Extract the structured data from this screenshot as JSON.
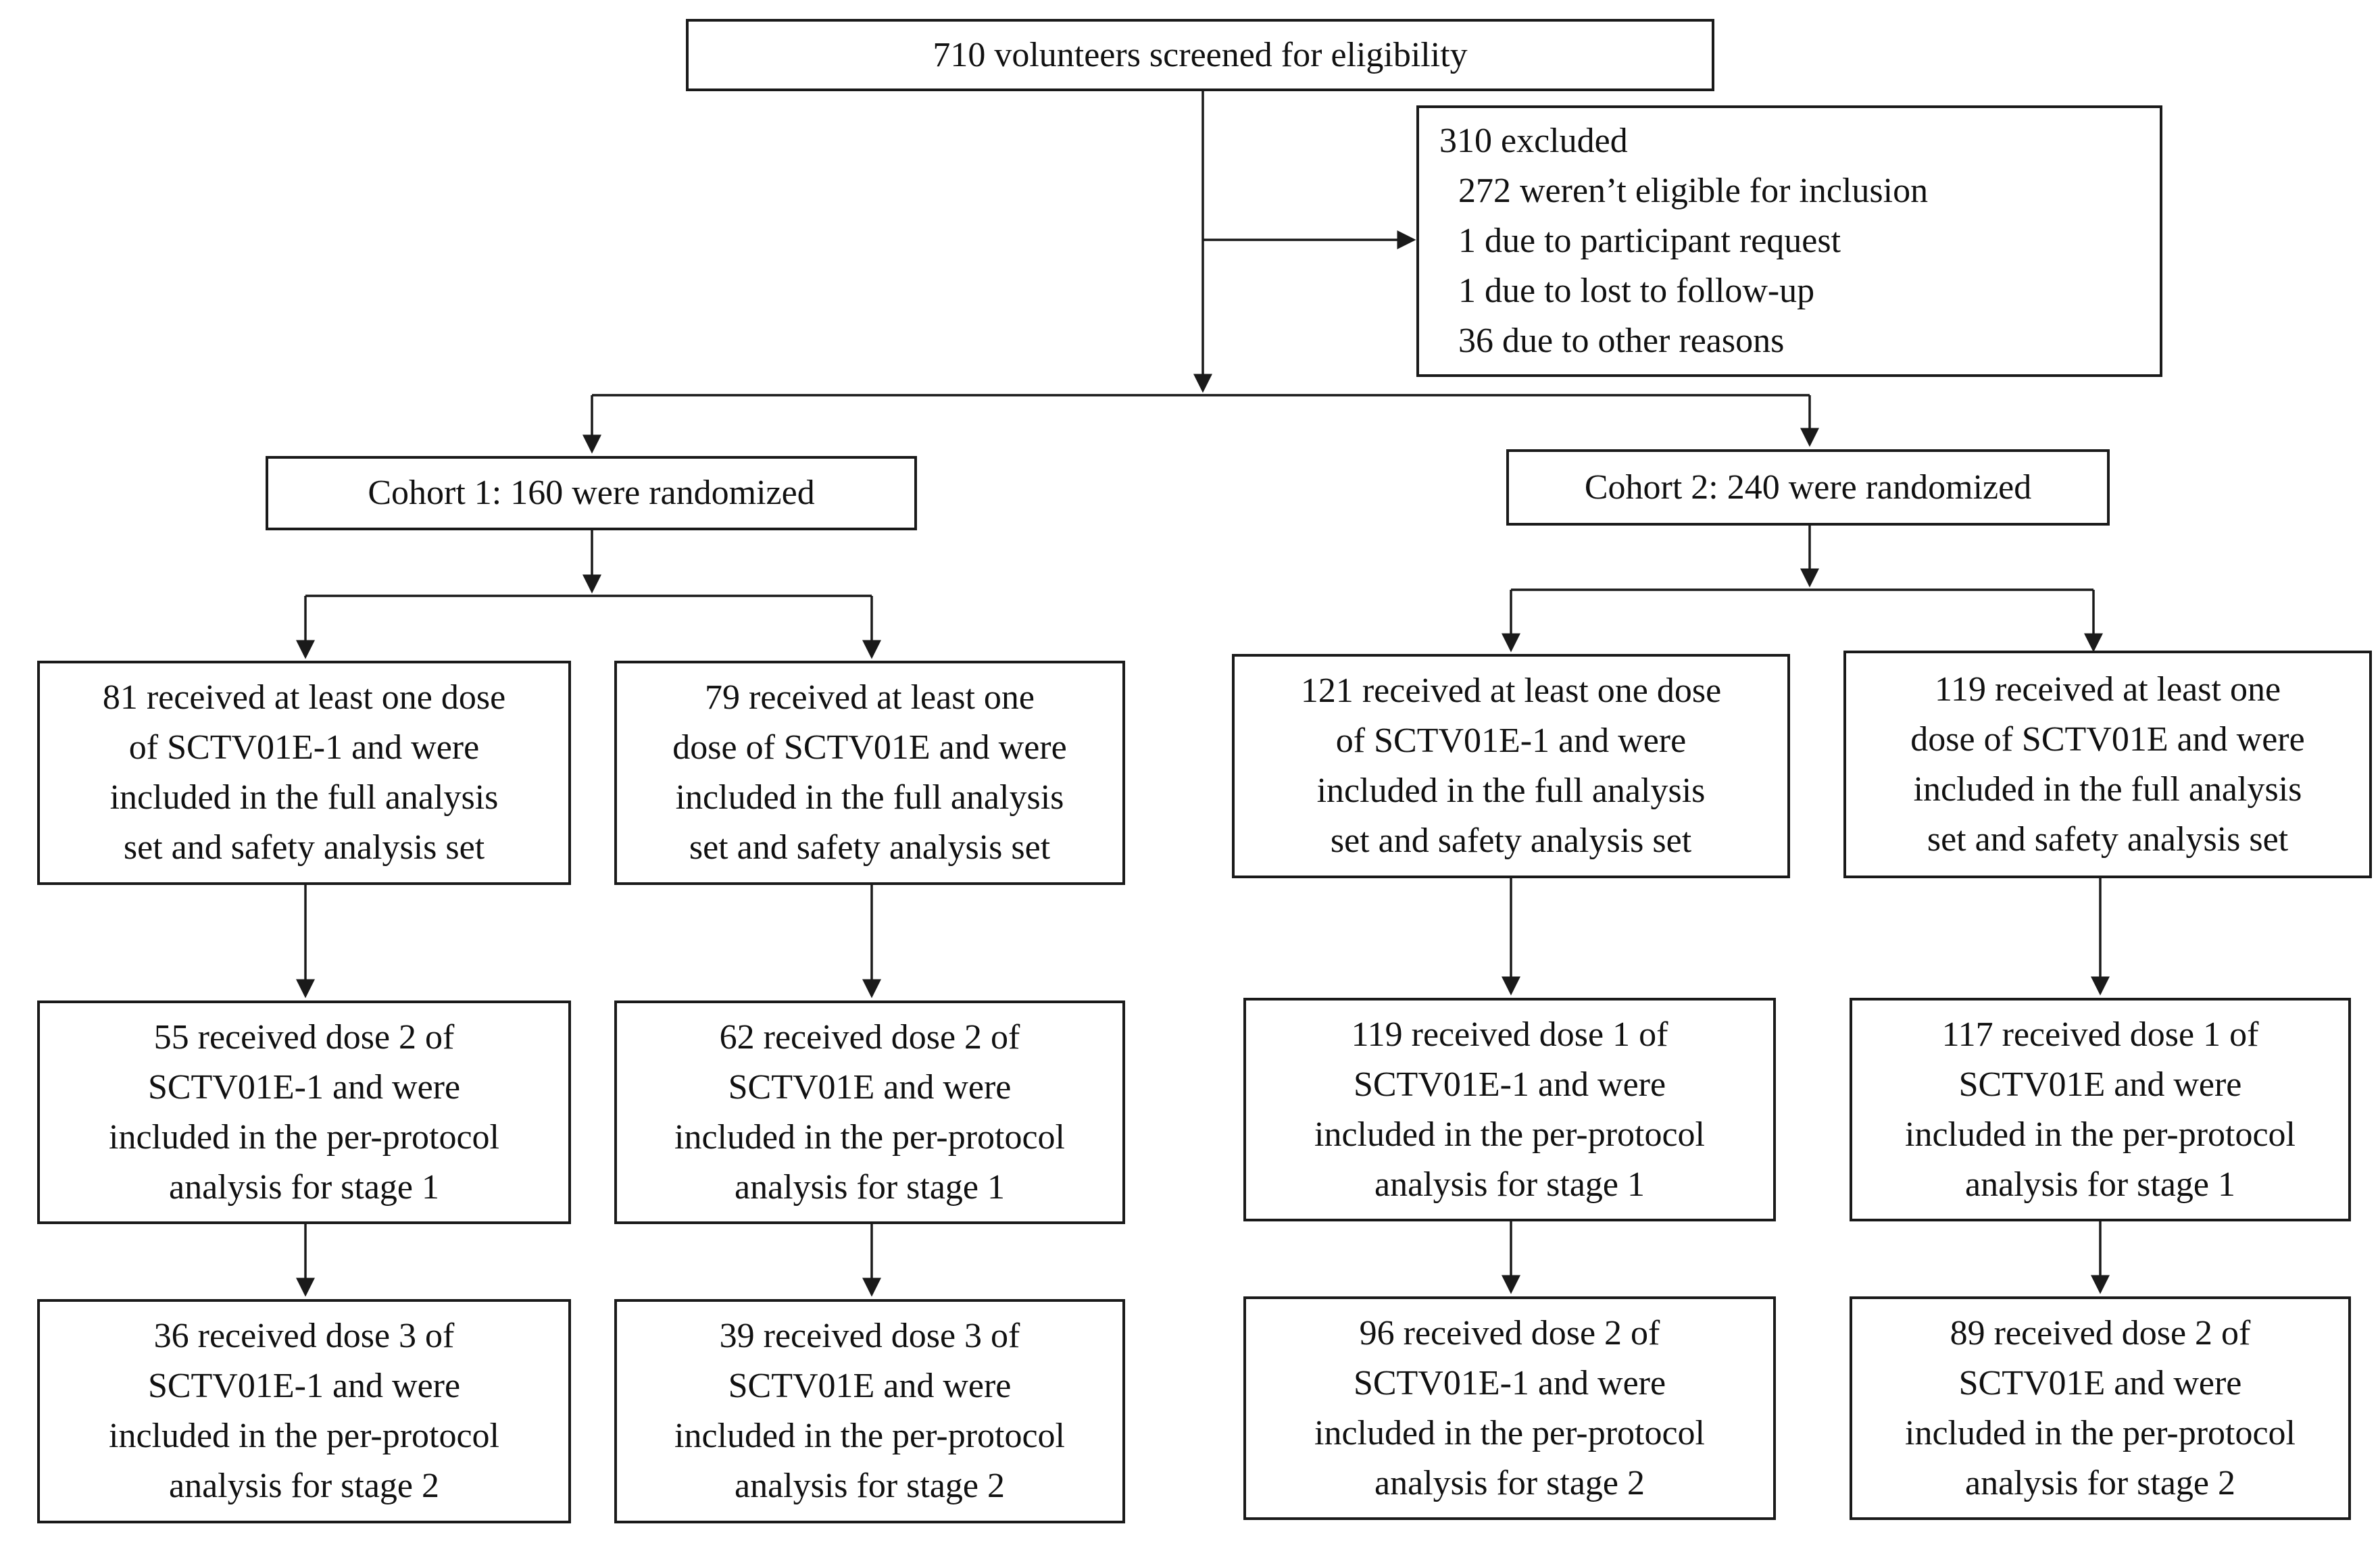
{
  "screened": {
    "text": "710 volunteers screened for eligibility"
  },
  "excluded": {
    "title": "310 excluded",
    "reasons": [
      "272 weren’t eligible for inclusion",
      "1 due to participant request",
      "1 due to lost to follow-up",
      "36 due to other reasons"
    ]
  },
  "cohort1": {
    "label": "Cohort 1: 160 were randomized",
    "arms": [
      {
        "received": [
          "81 received at least one dose",
          "of SCTV01E-1 and were",
          "included in the full analysis",
          "set and safety analysis set"
        ],
        "stage1": [
          "55 received dose 2 of",
          "SCTV01E-1 and were",
          "included in the per-protocol",
          "analysis for stage 1"
        ],
        "stage2": [
          "36 received dose 3 of",
          "SCTV01E-1 and were",
          "included in the per-protocol",
          "analysis for stage 2"
        ]
      },
      {
        "received": [
          "79 received at least one",
          "dose of SCTV01E and were",
          "included in the full analysis",
          "set and safety analysis set"
        ],
        "stage1": [
          "62 received dose 2 of",
          "SCTV01E and were",
          "included in the per-protocol",
          "analysis for stage 1"
        ],
        "stage2": [
          "39 received dose 3 of",
          "SCTV01E and were",
          "included in the per-protocol",
          "analysis for stage 2"
        ]
      }
    ]
  },
  "cohort2": {
    "label": "Cohort 2: 240 were randomized",
    "arms": [
      {
        "received": [
          "121 received at least one dose",
          "of SCTV01E-1 and were",
          "included in the full analysis",
          "set and safety analysis set"
        ],
        "stage1": [
          "119 received dose 1 of",
          "SCTV01E-1 and were",
          "included in the per-protocol",
          "analysis for stage 1"
        ],
        "stage2": [
          "96 received dose 2 of",
          "SCTV01E-1 and were",
          "included in the per-protocol",
          "analysis for stage 2"
        ]
      },
      {
        "received": [
          "119 received at least one",
          "dose of SCTV01E and were",
          "included in the full analysis",
          "set and safety analysis set"
        ],
        "stage1": [
          "117 received dose 1 of",
          "SCTV01E and were",
          "included in the per-protocol",
          "analysis for stage 1"
        ],
        "stage2": [
          "89 received dose 2 of",
          "SCTV01E and were",
          "included in the per-protocol",
          "analysis for stage 2"
        ]
      }
    ]
  }
}
